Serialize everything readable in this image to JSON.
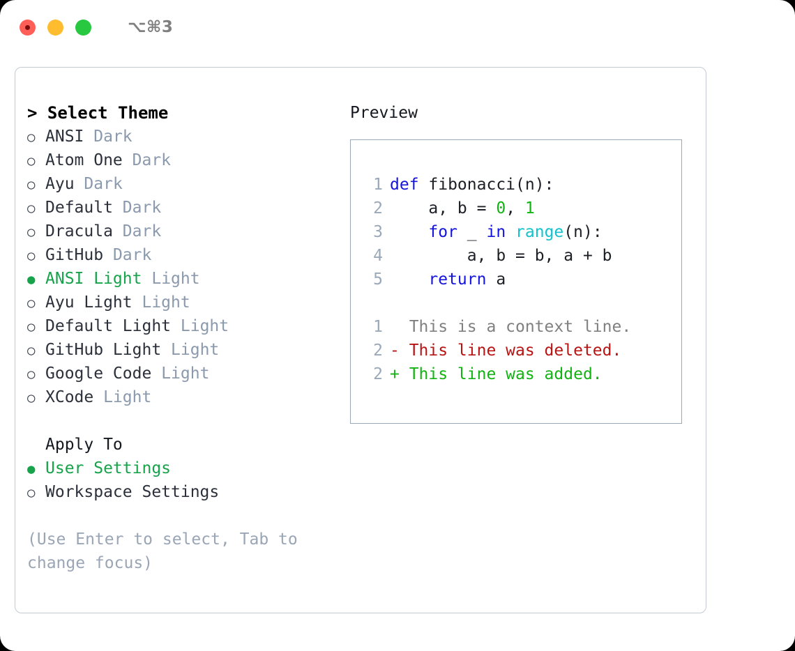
{
  "titlebar": {
    "shortcut": "⌥⌘3",
    "buttons": [
      "close",
      "minimize",
      "zoom"
    ]
  },
  "left": {
    "header": "> Select Theme",
    "markers": {
      "selected": "●",
      "unselected": "○"
    },
    "themes": [
      {
        "name": "ANSI",
        "suffix": "Dark",
        "selected": false
      },
      {
        "name": "Atom One",
        "suffix": "Dark",
        "selected": false
      },
      {
        "name": "Ayu",
        "suffix": "Dark",
        "selected": false
      },
      {
        "name": "Default",
        "suffix": "Dark",
        "selected": false
      },
      {
        "name": "Dracula",
        "suffix": "Dark",
        "selected": false
      },
      {
        "name": "GitHub",
        "suffix": "Dark",
        "selected": false
      },
      {
        "name": "ANSI Light",
        "suffix": "Light",
        "selected": true
      },
      {
        "name": "Ayu Light",
        "suffix": "Light",
        "selected": false
      },
      {
        "name": "Default Light",
        "suffix": "Light",
        "selected": false
      },
      {
        "name": "GitHub Light",
        "suffix": "Light",
        "selected": false
      },
      {
        "name": "Google Code",
        "suffix": "Light",
        "selected": false
      },
      {
        "name": "XCode",
        "suffix": "Light",
        "selected": false
      }
    ],
    "apply_to_label": "Apply To",
    "apply_to": [
      {
        "name": "User Settings",
        "selected": true
      },
      {
        "name": "Workspace Settings",
        "selected": false
      }
    ],
    "hint": "(Use Enter to select, Tab to change focus)"
  },
  "right": {
    "title": "Preview",
    "code": [
      {
        "num": "1",
        "tokens": [
          {
            "t": "def",
            "c": "tok-kw"
          },
          {
            "t": " fibonacci(n):",
            "c": "code-txt"
          }
        ]
      },
      {
        "num": "2",
        "tokens": [
          {
            "t": "    a, b = ",
            "c": "code-txt"
          },
          {
            "t": "0",
            "c": "tok-num"
          },
          {
            "t": ", ",
            "c": "code-txt"
          },
          {
            "t": "1",
            "c": "tok-num"
          }
        ]
      },
      {
        "num": "3",
        "tokens": [
          {
            "t": "    ",
            "c": "code-txt"
          },
          {
            "t": "for",
            "c": "tok-kw"
          },
          {
            "t": " _ ",
            "c": "code-txt"
          },
          {
            "t": "in",
            "c": "tok-kw"
          },
          {
            "t": " ",
            "c": "code-txt"
          },
          {
            "t": "range",
            "c": "tok-fn"
          },
          {
            "t": "(n):",
            "c": "code-txt"
          }
        ]
      },
      {
        "num": "4",
        "tokens": [
          {
            "t": "        a, b = b, a + b",
            "c": "code-txt"
          }
        ]
      },
      {
        "num": "5",
        "tokens": [
          {
            "t": "    ",
            "c": "code-txt"
          },
          {
            "t": "return",
            "c": "tok-kw"
          },
          {
            "t": " a",
            "c": "code-txt"
          }
        ]
      }
    ],
    "diff": [
      {
        "num": "1",
        "text": "  This is a context line.",
        "cls": "diff-ctx"
      },
      {
        "num": "2",
        "text": "- This line was deleted.",
        "cls": "diff-del"
      },
      {
        "num": "2",
        "text": "+ This line was added.",
        "cls": "diff-add"
      }
    ]
  },
  "colors": {
    "accent_green": "#16a34a",
    "muted": "#8b99ad",
    "keyword_blue": "#1414dd",
    "function_cyan": "#12c2cc",
    "number_green": "#12b312",
    "diff_delete_red": "#b81414",
    "diff_add_green": "#12b312",
    "border": "#9aa8b8",
    "window_border": "#c4c9d2"
  }
}
